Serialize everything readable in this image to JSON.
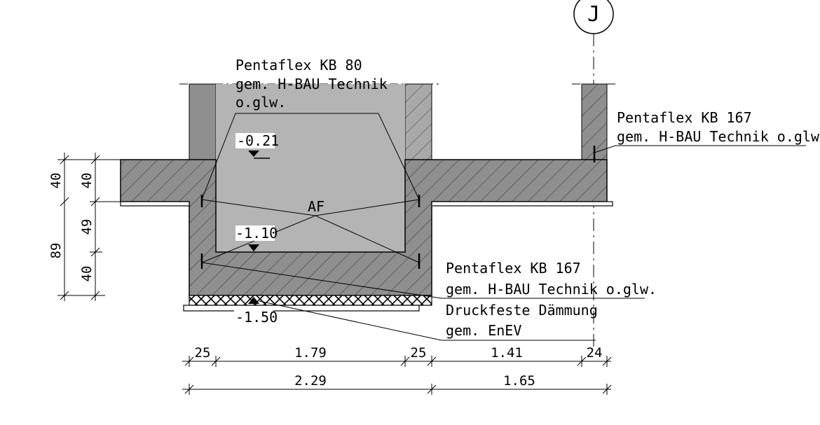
{
  "grid_axis": {
    "label": "J"
  },
  "callouts": {
    "kb80": [
      "Pentaflex KB 80",
      "gem. H-BAU Technik",
      "o.glw."
    ],
    "kb167_top": [
      "Pentaflex KB 167",
      "gem. H-BAU Technik o.glw."
    ],
    "kb167_bottom": [
      "Pentaflex KB 167",
      "gem. H-BAU Technik o.glw."
    ],
    "insulation": [
      "Druckfeste Dämmung",
      "gem. EnEV"
    ]
  },
  "levels": {
    "top": "-0.21",
    "pit": "-1.10",
    "base": "-1.50"
  },
  "pit_label": "AF",
  "dimensions": {
    "vertical_left": [
      "89"
    ],
    "vertical_right": [
      "40",
      "49",
      "40"
    ],
    "vertical_outer_top": "40",
    "horizontal_row1": [
      "25",
      "1.79",
      "25",
      "1.41",
      "24"
    ],
    "horizontal_row2": [
      "2.29",
      "1.65"
    ]
  },
  "colors": {
    "concrete": "#8f8f8f",
    "pit_fill": "#b4b4b4",
    "hatch": "#3a3a3a",
    "line": "#000000"
  }
}
